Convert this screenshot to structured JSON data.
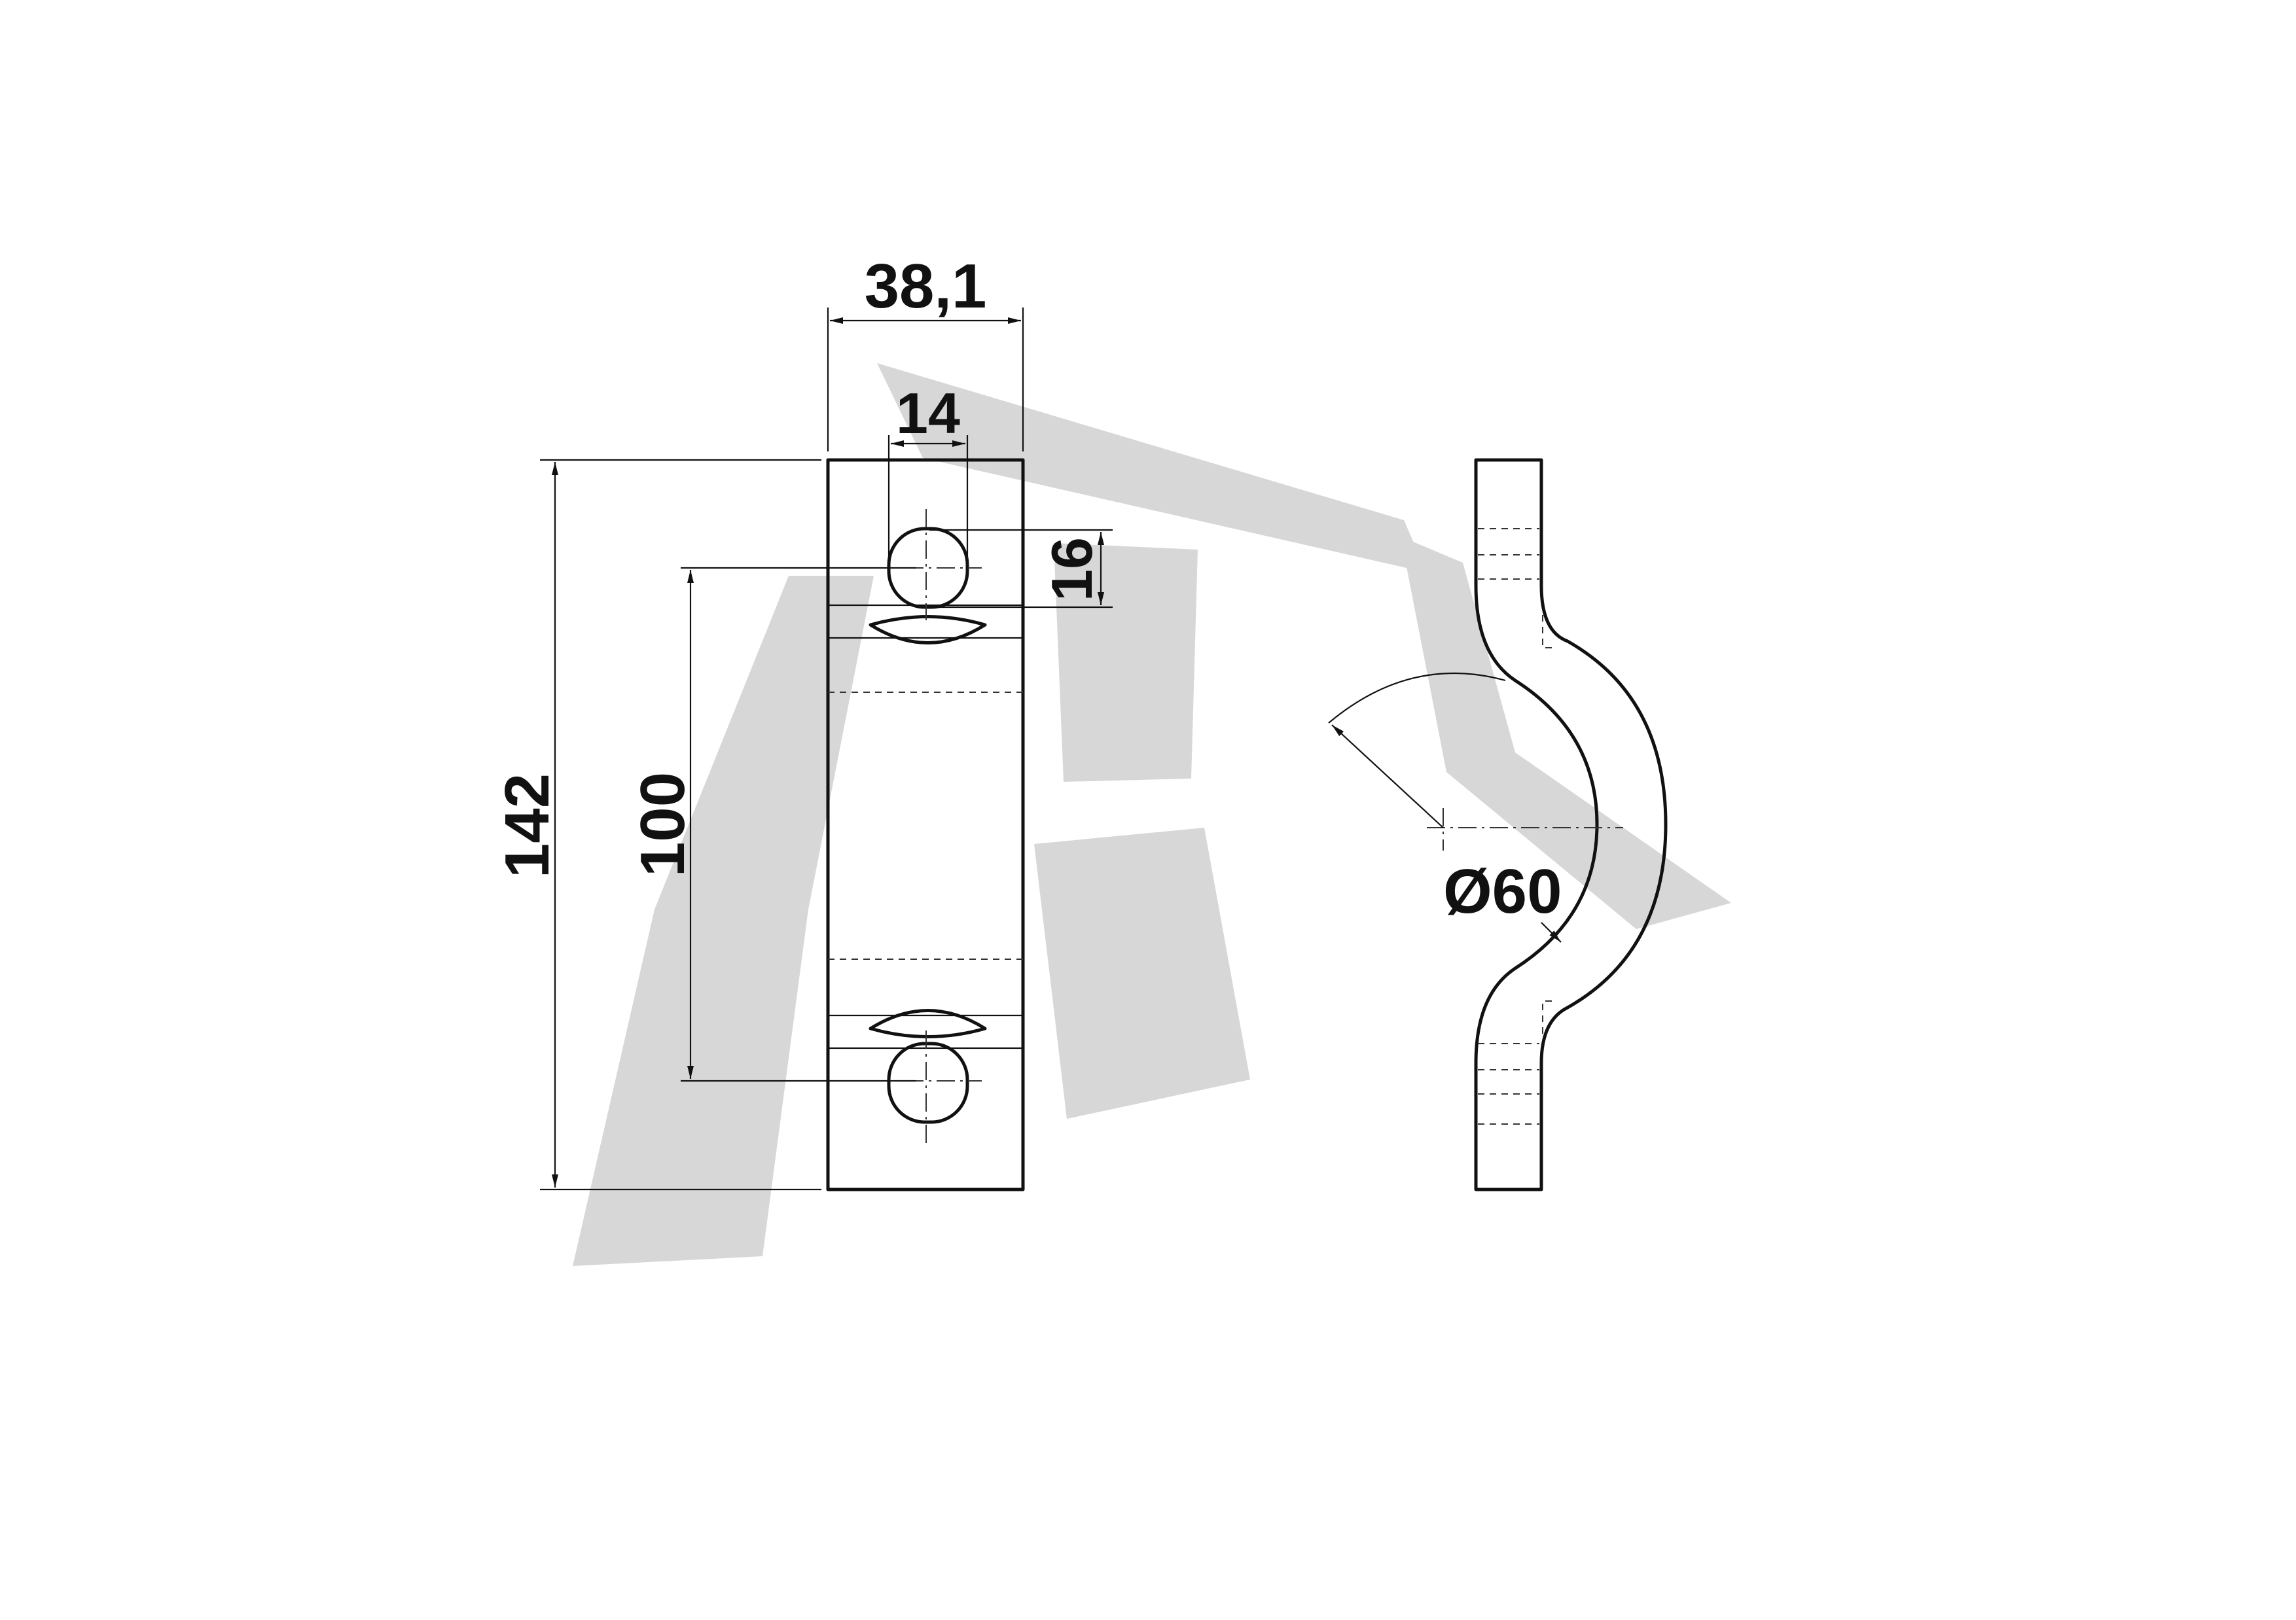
{
  "drawing": {
    "watermark_color": "#d7d7d7",
    "line_color": "#111111",
    "dimensions": {
      "overall_width": "38,1",
      "hole_width": "14",
      "hole_height": "16",
      "overall_length": "142",
      "hole_spacing": "100",
      "bend_diameter": "Ø60"
    }
  }
}
